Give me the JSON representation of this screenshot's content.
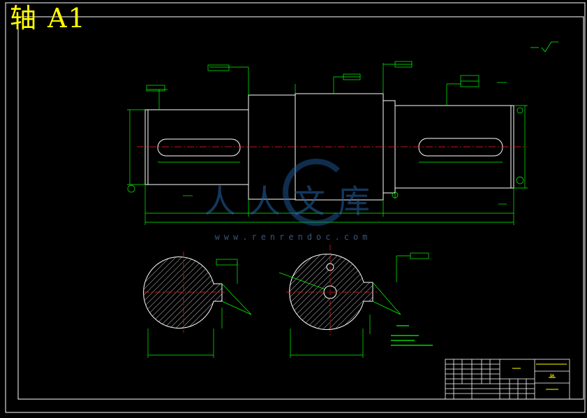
{
  "drawing": {
    "title_caption": "轴 A1"
  },
  "watermark": {
    "text_cn": "人人文库",
    "url": "www.renrendoc.com"
  },
  "title_block": {
    "part_name": "轴"
  },
  "colors": {
    "background": "#000000",
    "outline": "#ffffff",
    "dimension": "#00ff00",
    "centerline": "#ff2020",
    "title": "#ffff00",
    "hatch": "#ffffff"
  },
  "icons": {
    "surface_finish": "roughness-symbol-icon",
    "tolerance_frame": "gdt-frame-icon"
  }
}
